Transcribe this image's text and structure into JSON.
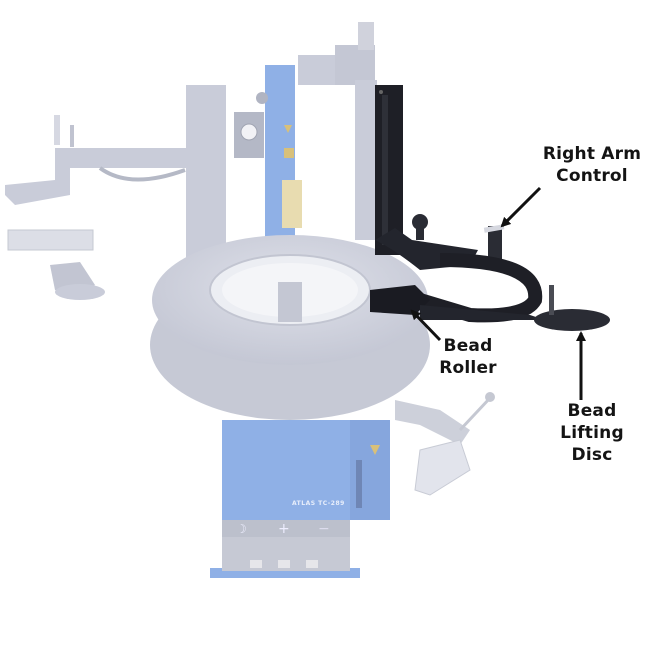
{
  "diagram": {
    "subject": "Tire changer machine with right assist arm",
    "colors": {
      "background": "#ffffff",
      "machine_faded_gray": "#c9ccd9",
      "machine_faded_blue": "#8fb0e6",
      "highlight_arm": "#1e1f26",
      "label_text": "#141414",
      "arrow": "#111111"
    },
    "callouts": [
      {
        "id": "right-arm-control",
        "lines": [
          "Right Arm",
          "Control"
        ]
      },
      {
        "id": "bead-roller",
        "lines": [
          "Bead",
          "Roller"
        ]
      },
      {
        "id": "bead-lifting-disc",
        "lines": [
          "Bead",
          "Lifting",
          "Disc"
        ]
      }
    ],
    "machine_label": "ATLAS TC-289",
    "pedal_symbols": [
      "☽",
      "+",
      "−"
    ]
  }
}
